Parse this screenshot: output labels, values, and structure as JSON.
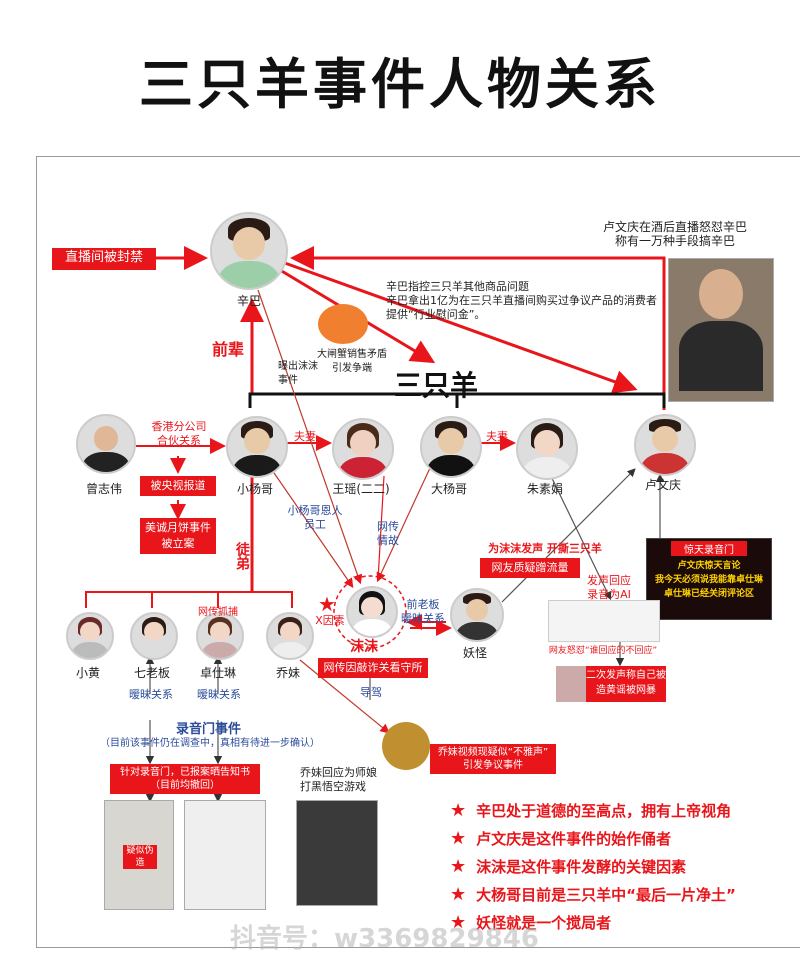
{
  "title": "三只羊事件人物关系",
  "center_label": "三只羊",
  "people": {
    "xinba": "辛巴",
    "zengzhiwei": "曾志伟",
    "xiaoyangge": "小杨哥",
    "wangyao": "王瑶(二二)",
    "dayangge": "大杨哥",
    "zhusujuan": "朱素娟",
    "luwenqing": "卢文庆",
    "xiaohuang": "小黄",
    "qilaoban": "七老板",
    "zhuoshilin": "卓仕琳",
    "qiaomei": "乔妹",
    "yaoguai": "妖怪",
    "momo": "沫沫"
  },
  "labels": {
    "banned": "直播间被封禁",
    "qianbei": "前辈",
    "tudi": "徒弟",
    "hk_partner": "香港分公司\n合伙关系",
    "fuqi1": "夫妻",
    "fuqi2": "夫妻",
    "cctv": "被央视报道",
    "mooncake": "美诚月饼事件\n被立案",
    "xinba_note1": "辛巴指控三只羊其他商品问题",
    "xinba_note2": "辛巴拿出1亿为在三只羊直播间购买过争议产品的消费者",
    "xinba_note3": "提供“行业慰问金”。",
    "crab": "大闸蟹销售矛盾\n引发争端",
    "expose": "曝出沫沫\n事件",
    "lu_note": "卢文庆在酒后直播怒怼辛巴\n称有一万种手段搞辛巴",
    "benefactor": "小杨哥恩人\n员工",
    "rumor_affair": "网传\n情故",
    "speak_for": "为沫沫发声  开撕三只羊",
    "traffic": "网友质疑蹭流量",
    "x_factor": "X因素",
    "boss_ambiguous": "前老板\n暧昧关系",
    "detained": "网传因敲诈关看守所",
    "mentor": "导驾",
    "ai_reply": "发声回应\n录音为AI",
    "lu_video_title": "惊天录音门",
    "lu_video_text": "卢文庆惊天言论\n我今天必须说我能靠卓仕琳\n卓仕琳已经关闭评论区",
    "angry_netizen": "网友怒怼“谁回应的不回应”",
    "second_statement": "二次发声称自己被\n造黄谣被网暴",
    "ambiguous1": "暧昧关系",
    "ambiguous2": "暧昧关系",
    "rumor_zhuo": "网传抓捕",
    "recording_title": "录音门事件",
    "recording_note": "（目前该事件仍在调查中，真相有待进一步确认）",
    "recording_box": "针对录音门，已报案晒告知书\n（目前均撤回）",
    "suspect_fake": "疑似伪造",
    "qiaomei_video": "乔妹视频现疑似“不雅声”\n引发争议事件",
    "qiaomei_reply": "乔妹回应为师娘\n打黑悟空游戏"
  },
  "bullets": [
    "辛巴处于道德的至高点，拥有上帝视角",
    "卢文庆是这件事件的始作俑者",
    "沫沫是这件事件发酵的关键因素",
    "大杨哥目前是三只羊中“最后一片净土”",
    "妖怪就是一个搅局者"
  ],
  "watermark": "抖音号：w3369829846",
  "colors": {
    "accent": "#e8161b",
    "blue": "#2b4c9b",
    "line": "#555555"
  }
}
